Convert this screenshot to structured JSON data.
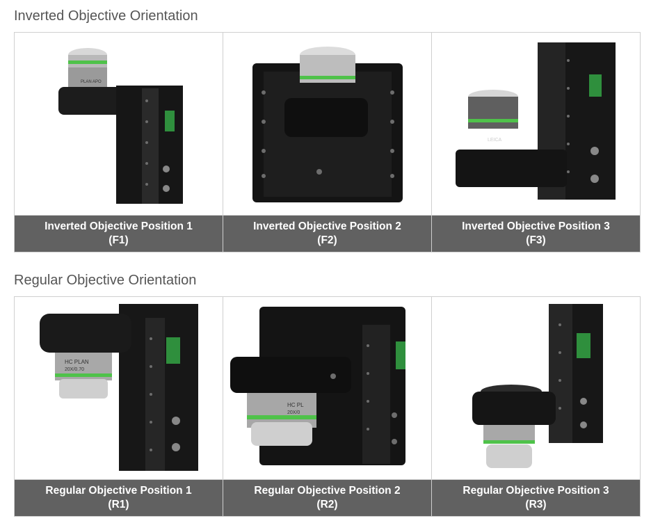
{
  "sections": [
    {
      "title": "Inverted Objective Orientation",
      "items": [
        {
          "label": "Inverted Objective Position 1",
          "code": "(F1)"
        },
        {
          "label": "Inverted Objective Position 2",
          "code": "(F2)"
        },
        {
          "label": "Inverted Objective Position 3",
          "code": "(F3)"
        }
      ]
    },
    {
      "title": "Regular Objective Orientation",
      "items": [
        {
          "label": "Regular Objective Position 1",
          "code": "(R1)"
        },
        {
          "label": "Regular Objective Position 2",
          "code": "(R2)"
        },
        {
          "label": "Regular Objective Position 3",
          "code": "(R3)"
        }
      ]
    }
  ],
  "lens_text": {
    "f1": "PLAN APO",
    "f3": "LEICA",
    "r1_line1": "HC PLAN",
    "r1_line2": "20X/0.70",
    "r2_line1": "HC PL",
    "r2_line2": "20X/0"
  },
  "colors": {
    "caption_bg": "#616161",
    "caption_text": "#ffffff",
    "title_text": "#555555",
    "border": "#cfcfcf",
    "stage_black": "#1a1a1a",
    "lens_ring_green": "#4fc24a"
  }
}
